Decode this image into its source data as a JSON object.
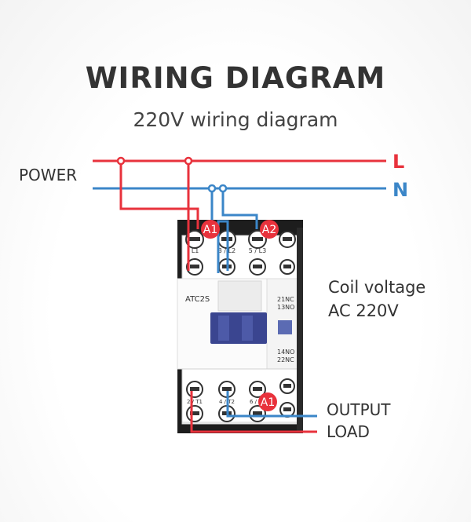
{
  "header": {
    "title": "WIRING DIAGRAM",
    "subtitle": "220V wiring diagram"
  },
  "labels": {
    "power": "POWER",
    "line": "L",
    "neutral": "N",
    "coil_line1": "Coil voltage",
    "coil_line2": "AC 220V",
    "output": "OUTPUT",
    "load": "LOAD"
  },
  "contactor": {
    "model": "ATC2S",
    "aux_top_1": "21NC",
    "aux_top_2": "13NO",
    "aux_bottom_1": "14NO",
    "aux_bottom_2": "22NC",
    "top_terminals": [
      "/ L1",
      "3 / L2",
      "5 / L3"
    ],
    "bottom_terminals": [
      "2 / T1",
      "4 / T2",
      "6 / T3"
    ]
  },
  "badges": {
    "coil_a1": "A1",
    "coil_a2": "A2",
    "output_a1": "A1"
  },
  "colors": {
    "line_red": "#e8323c",
    "neutral_blue": "#3b86c8",
    "button_navy": "#3a4590",
    "text_dark": "#333333"
  }
}
